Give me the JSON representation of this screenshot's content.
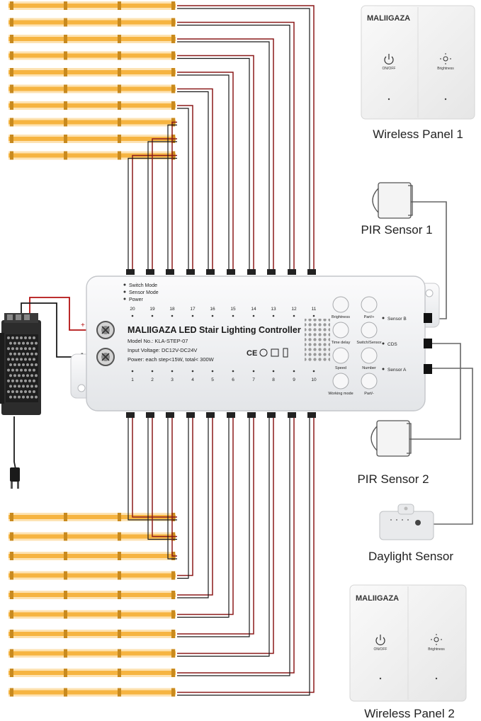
{
  "controller": {
    "brand": "MALIIGAZA",
    "title": "LED Stair Lighting Controller",
    "model": "Model No.: KLA-STEP-07",
    "input_voltage": "Input Voltage: DC12V-DC24V",
    "power": "Power: each step<15W, total< 300W",
    "indicators": [
      "Switch Mode",
      "Sensor Mode",
      "Power"
    ],
    "top_channels": [
      "20",
      "19",
      "18",
      "17",
      "16",
      "15",
      "14",
      "13",
      "12",
      "11"
    ],
    "bottom_channels": [
      "1",
      "2",
      "3",
      "4",
      "5",
      "6",
      "7",
      "8",
      "9",
      "10"
    ],
    "buttons": [
      "Brightness",
      "Part/+",
      "Time delay",
      "Switch/Sensor",
      "Speed",
      "Number",
      "Working mode",
      "Part/-"
    ],
    "ports": [
      "Sensor B",
      "CDS",
      "Sensor A"
    ],
    "terminal_plus": "+",
    "terminal_minus": "-"
  },
  "devices": {
    "panel1": {
      "brand": "MALIIGAZA",
      "btn1": "ON/OFF",
      "btn2": "Brightness",
      "label": "Wireless Panel 1"
    },
    "panel2": {
      "brand": "MALIIGAZA",
      "btn1": "ON/OFF",
      "btn2": "Brightness",
      "label": "Wireless Panel 2"
    },
    "pir1": {
      "label": "PIR Sensor 1"
    },
    "pir2": {
      "label": "PIR Sensor 2"
    },
    "daylight": {
      "label": "Daylight Sensor"
    }
  },
  "colors": {
    "led": "#f6b441",
    "led_light": "#fde3b4",
    "wire_red": "#8b1a1a",
    "wire_black": "#1a1a1a",
    "wire_gray": "#666666",
    "housing": "#f2f3f5",
    "psu": "#2c2c2c"
  }
}
